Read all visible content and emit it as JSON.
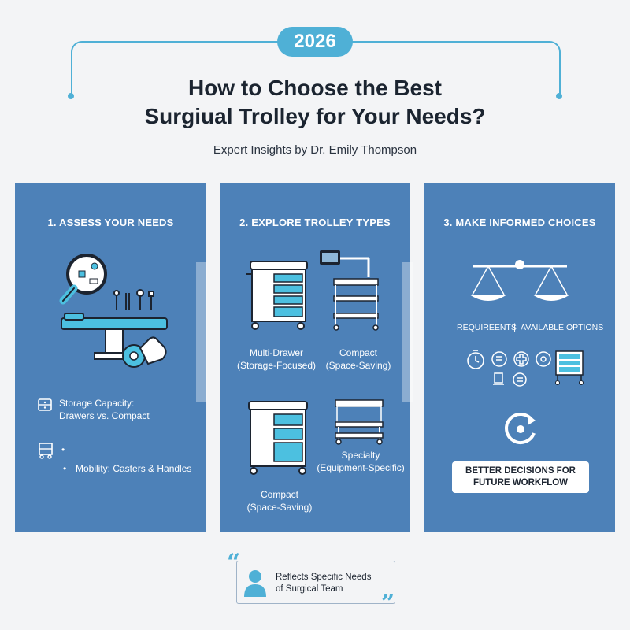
{
  "header": {
    "year": "2026",
    "title_line1": "How to Choose the Best",
    "title_line2": "Surgiual Trolley for Your Needs?",
    "subtitle": "Expert Insights by Dr. Emily Thompson"
  },
  "panels": [
    {
      "title": "1. ASSESS YOUR NEEDS",
      "storage_line1": "Storage Capacity:",
      "storage_line2": "Drawers vs. Compact",
      "bullet_empty": "•",
      "mobility_bullet": "•",
      "mobility": "Mobility: Casters & Handles",
      "icons": [
        "magnifier-icon",
        "surgical-tools-icon",
        "surgical-table-icon",
        "hand-pointer-icon",
        "storage-icon",
        "trolley-frame-icon"
      ]
    },
    {
      "title": "2. EXPLORE TROLLEY TYPES",
      "items": [
        {
          "line1": "Multi-Drawer",
          "line2": "(Storage-Focused)"
        },
        {
          "line1": "Compact",
          "line2": "(Space-Saving)"
        },
        {
          "line1": "Compact",
          "line2": "(Space-Saving)"
        },
        {
          "line1": "Specialty",
          "line2": "(Equipment-Specific)"
        }
      ]
    },
    {
      "title": "3. MAKE INFORMED CHOICES",
      "left_label": "REQUIREENTS",
      "divider": "|",
      "right_label": "AVAILABLE OPTIONS",
      "box_line1": "BETTER DECISIONS FOR",
      "box_line2": "FUTURE WORKFLOW",
      "icons": [
        "scales-icon",
        "stopwatch-icon",
        "checklist-icon",
        "medical-cross-icon",
        "settings-icon",
        "document-icon",
        "mini-trolley-icon",
        "refresh-cycle-icon"
      ]
    }
  ],
  "quote": {
    "line1": "Reflects Specific Needs",
    "line2": "of Surgical Team",
    "open_mark": "“",
    "close_mark": "”"
  },
  "colors": {
    "accent": "#4fb0d6",
    "panel": "#4d81b8",
    "drawer": "#4cc0e0",
    "background": "#f3f4f6"
  }
}
